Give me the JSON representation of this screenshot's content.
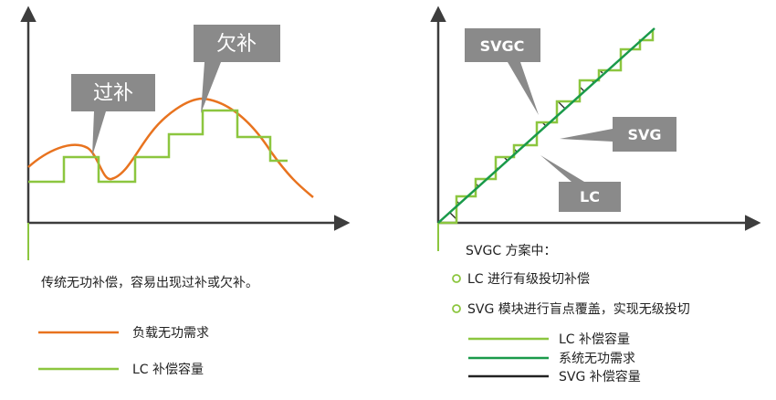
{
  "left_panel": {
    "callout_overcomp": "过补",
    "callout_undercomp": "欠补",
    "caption": "传统无功补偿，容易出现过补或欠补。",
    "legend": [
      {
        "label": "负载无功需求",
        "color": "#e8731f"
      },
      {
        "label": "LC 补偿容量",
        "color": "#8cc63f"
      }
    ]
  },
  "right_panel": {
    "callout_svgc": "SVGC",
    "callout_svg": "SVG",
    "callout_lc": "LC",
    "scheme_title": "SVGC 方案中：",
    "bullets": [
      "LC 进行有级投切补偿",
      "SVG 模块进行盲点覆盖，实现无级投切"
    ],
    "legend": [
      {
        "label": "LC 补偿容量",
        "color": "#8cc63f"
      },
      {
        "label": "系统无功需求",
        "color": "#1a9a4a"
      },
      {
        "label": "SVG 补偿容量",
        "color": "#222222"
      }
    ]
  },
  "colors": {
    "axis": "#3d3d3d",
    "lc_green": "#8cc63f",
    "demand_orange": "#e8731f",
    "system_green": "#1a9a4a",
    "callout_fill": "#8a8a8a",
    "callout_text": "#ffffff"
  }
}
